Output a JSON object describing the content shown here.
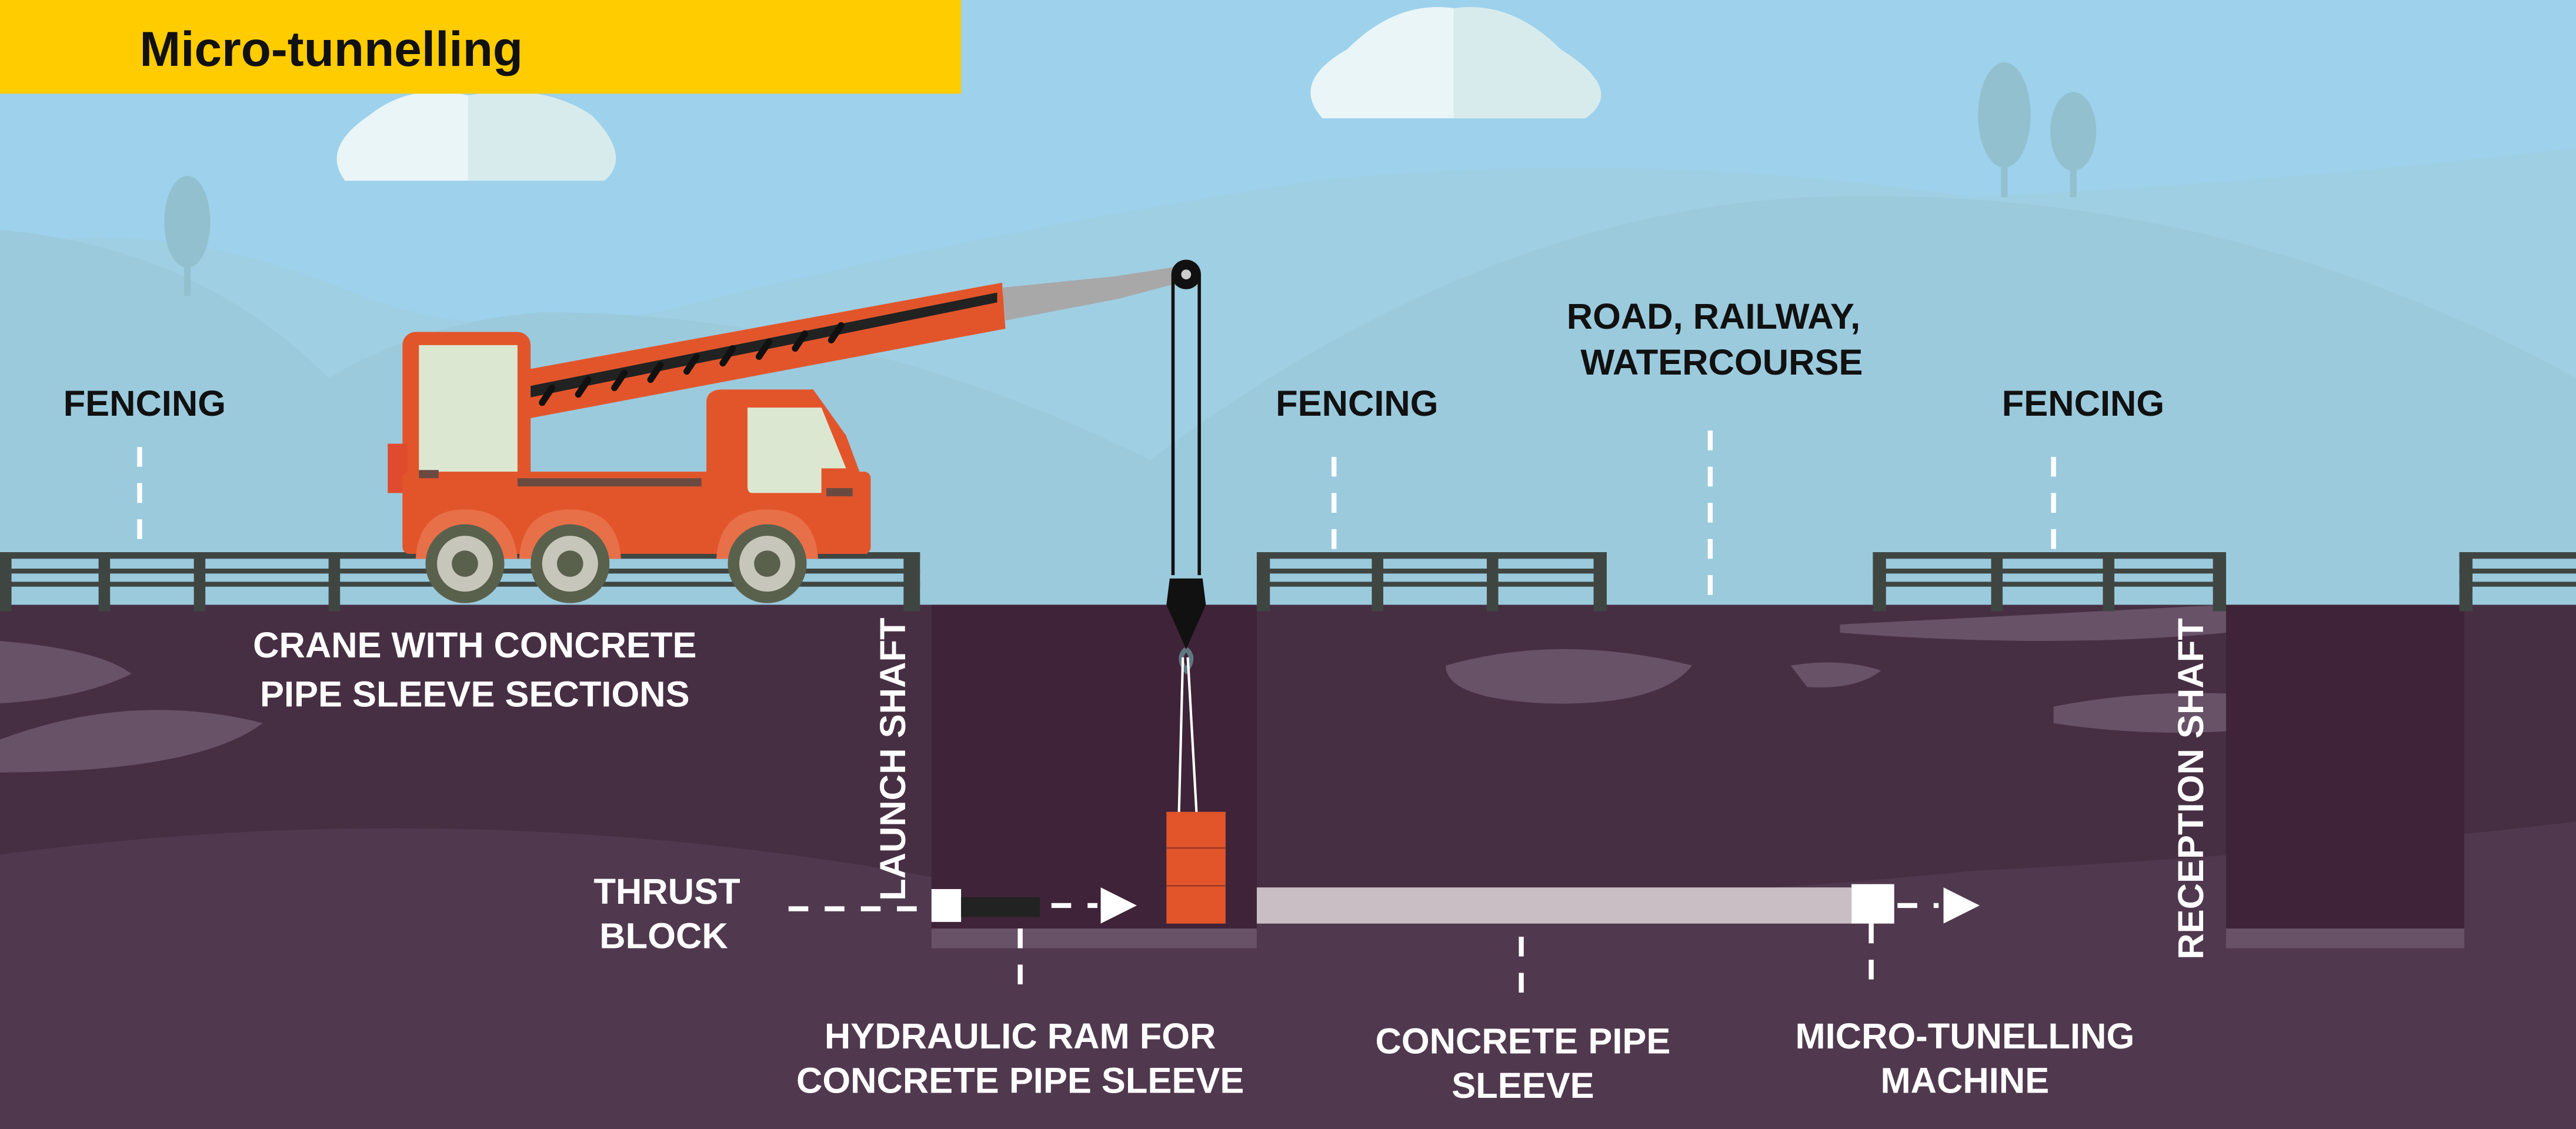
{
  "title": "Micro-tunnelling",
  "labels": {
    "fencing_left": "FENCING",
    "fencing_middle": "FENCING",
    "fencing_right": "FENCING",
    "road_line1": "ROAD, RAILWAY,",
    "road_line2": "WATERCOURSE",
    "crane_line1": "CRANE WITH CONCRETE",
    "crane_line2": "PIPE SLEEVE SECTIONS",
    "launch_shaft": "LAUNCH SHAFT",
    "reception_shaft": "RECEPTION SHAFT",
    "thrust_line1": "THRUST",
    "thrust_line2": "BLOCK",
    "ram_line1": "HYDRAULIC RAM FOR",
    "ram_line2": "CONCRETE PIPE SLEEVE",
    "pipe_line1": "CONCRETE PIPE",
    "pipe_line2": "SLEEVE",
    "machine_line1": "MICRO-TUNELLING",
    "machine_line2": "MACHINE"
  },
  "colors": {
    "title_bar": "#FFCC00",
    "sky": "#9DD1EC",
    "ground": "#472F43",
    "shaft": "#3F2338",
    "crane": "#E2552B",
    "pipe": "#C9BEC4"
  }
}
